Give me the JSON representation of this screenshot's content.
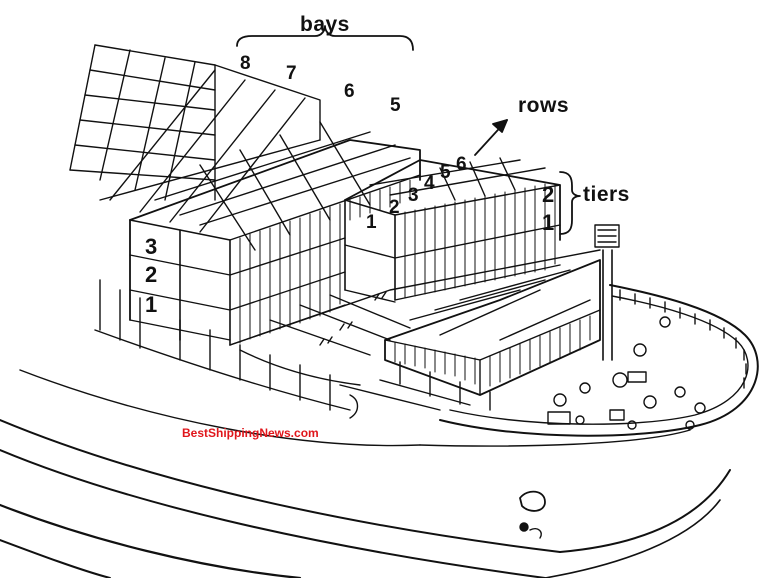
{
  "labels": {
    "bays": "bays",
    "rows": "rows",
    "tiers": "tiers"
  },
  "bay_numbers": [
    "8",
    "7",
    "6",
    "5"
  ],
  "row_numbers": [
    "1",
    "2",
    "3",
    "4",
    "5",
    "6"
  ],
  "tier_numbers_left": [
    "3",
    "2",
    "1"
  ],
  "tier_numbers_right": [
    "2",
    "1"
  ],
  "watermark": "BestShippingNews.com",
  "colors": {
    "ink": "#111111",
    "paper": "#ffffff",
    "watermark": "#e0161b"
  }
}
